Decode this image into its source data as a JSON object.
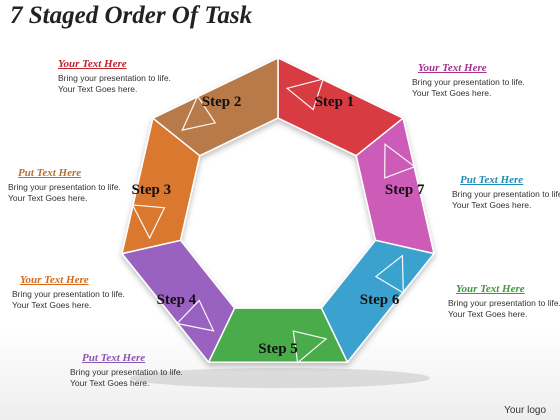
{
  "title": "7 Staged Order Of Task",
  "steps": [
    "Step 1",
    "Step 2",
    "Step 3",
    "Step 4",
    "Step 5",
    "Step 6",
    "Step 7"
  ],
  "notes": [
    {
      "heading": "Your Text Here",
      "body": "Bring your presentation to life. Your Text Goes here.",
      "color": "#c0232c"
    },
    {
      "heading": "Your Text Here",
      "body": "Bring your presentation to life. Your Text Goes here.",
      "color": "#a8328f"
    },
    {
      "heading": "Put Text Here",
      "body": "Bring your presentation to life. Your Text Goes here.",
      "color": "#b8712e"
    },
    {
      "heading": "Put Text Here",
      "body": "Bring your presentation to life. Your Text Goes here.",
      "color": "#1e8bb9"
    },
    {
      "heading": "Your Text Here",
      "body": "Bring your presentation to life. Your Text Goes here.",
      "color": "#d4691c"
    },
    {
      "heading": "Your Text Here",
      "body": "Bring your presentation to life. Your Text Goes here.",
      "color": "#3f9a3a"
    },
    {
      "heading": "Put Text Here",
      "body": "Bring your presentation to life. Your Text Goes here.",
      "color": "#8a55b5"
    }
  ],
  "segment_colors": [
    "#d93b43",
    "#b87a4a",
    "#d9782e",
    "#9a62c0",
    "#4aab4a",
    "#3aa2cf",
    "#cc5bb8"
  ],
  "logo_text": "Your logo"
}
